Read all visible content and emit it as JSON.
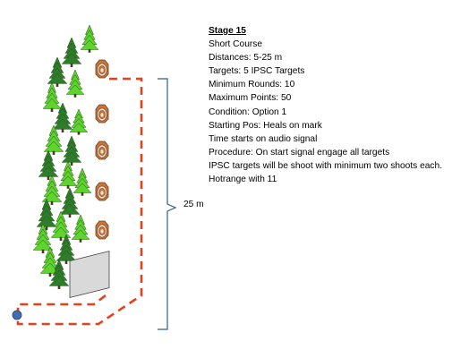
{
  "stage": {
    "title": "Stage 15",
    "lines": [
      "Short Course",
      "Distances: 5-25 m",
      "Targets: 5 IPSC Targets",
      "Minimum Rounds: 10",
      "Maximum Points: 50",
      "Condition: Option 1",
      "Starting Pos: Heals on mark",
      "Time starts on audio signal",
      "Procedure: On start signal engage all targets",
      "IPSC targets will be shoot with minimum two shoots each.",
      "Hotrange with 11"
    ]
  },
  "distance_label": "25 m",
  "colors": {
    "course_line": "#e8401c",
    "bracket": "#2f5d8c",
    "target_fill": "#c8743a",
    "target_ring": "#f4e6d6",
    "barrier_fill": "#d9d9d9",
    "tree_dark": "#2f7d2a",
    "tree_light": "#5fd42e",
    "start_mark": "#3f6fb0"
  },
  "icons": {
    "target": "ipsc-target-icon",
    "tree": "tree-icon",
    "barrier": "barrier-icon",
    "start": "start-position-icon"
  }
}
